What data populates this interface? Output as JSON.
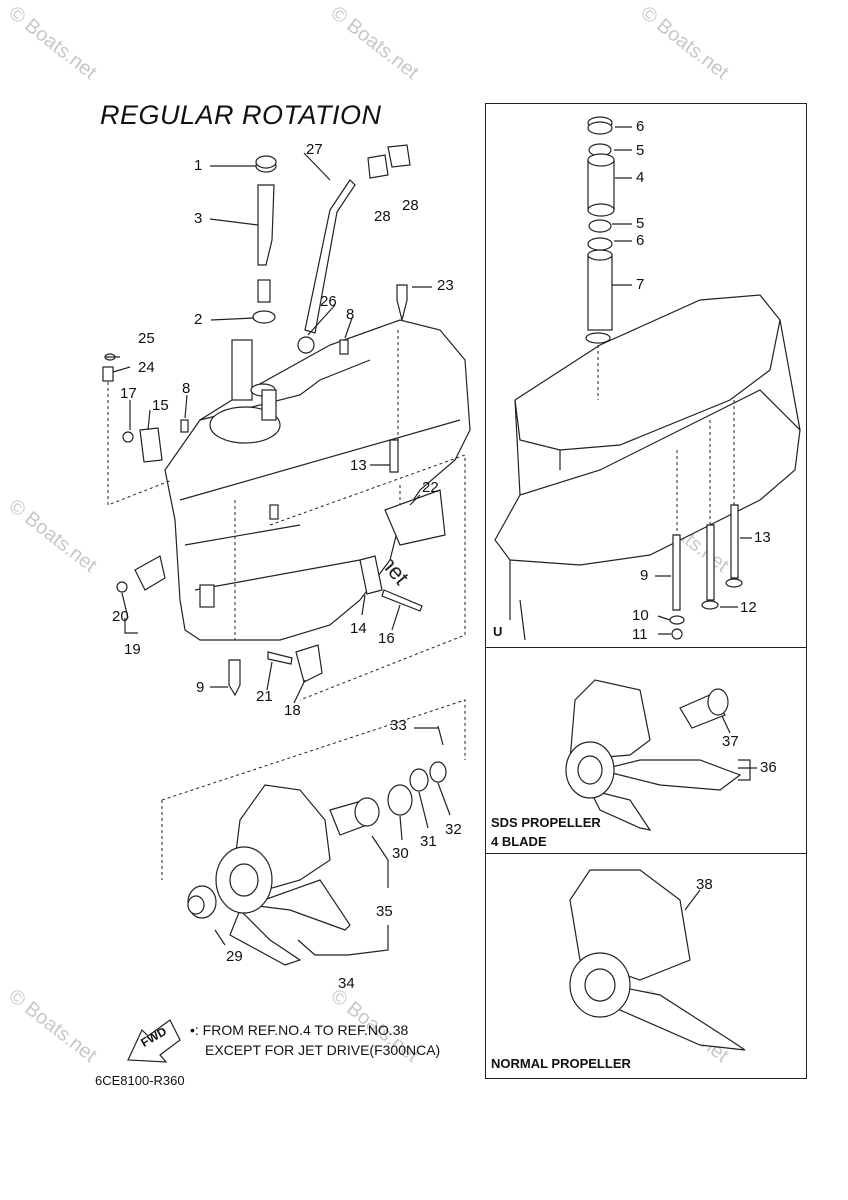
{
  "title": "REGULAR ROTATION",
  "panels": {
    "u_label": "U",
    "sds_label_1": "SDS PROPELLER",
    "sds_label_2": "4 BLADE",
    "normal_label": "NORMAL PROPELLER"
  },
  "footnote": {
    "line1": "•: FROM REF.NO.4 TO REF.NO.38",
    "line2": "EXCEPT FOR JET DRIVE(F300NCA)"
  },
  "fwd_label": "FWD",
  "diagram_code": "6CE8100-R360",
  "watermark": "© Boats.net",
  "callouts": {
    "main": [
      "1",
      "2",
      "3",
      "8",
      "8",
      "9",
      "13",
      "14",
      "15",
      "16",
      "17",
      "18",
      "19",
      "20",
      "21",
      "22",
      "23",
      "24",
      "25",
      "26",
      "27",
      "28",
      "28"
    ],
    "propeller": [
      "29",
      "30",
      "31",
      "32",
      "33",
      "34",
      "35"
    ],
    "u_panel": [
      "6",
      "5",
      "4",
      "5",
      "6",
      "7",
      "13",
      "9",
      "12",
      "10",
      "11"
    ],
    "sds": [
      "37",
      "36"
    ],
    "normal": [
      "38"
    ]
  }
}
